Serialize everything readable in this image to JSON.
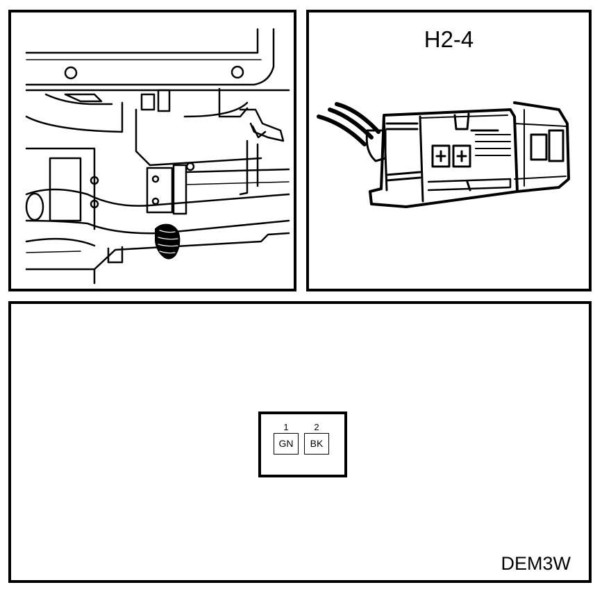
{
  "connector": {
    "id": "H2-4",
    "pins": [
      {
        "number": "1",
        "wire": "GN"
      },
      {
        "number": "2",
        "wire": "BK"
      }
    ]
  },
  "diagram_code": "DEM3W"
}
